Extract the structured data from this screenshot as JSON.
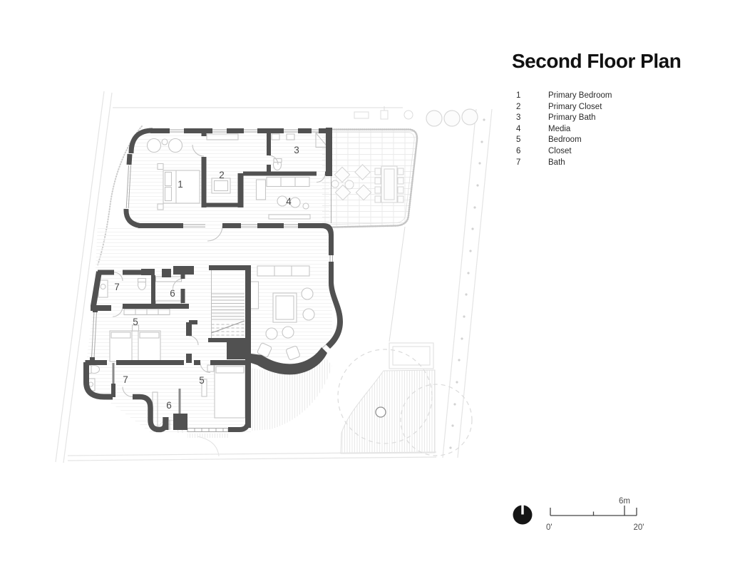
{
  "header": {
    "title": "Second Floor Plan"
  },
  "legend": {
    "items": [
      {
        "num": "1",
        "label": "Primary Bedroom"
      },
      {
        "num": "2",
        "label": "Primary Closet"
      },
      {
        "num": "3",
        "label": "Primary Bath"
      },
      {
        "num": "4",
        "label": "Media"
      },
      {
        "num": "5",
        "label": "Bedroom"
      },
      {
        "num": "6",
        "label": "Closet"
      },
      {
        "num": "7",
        "label": "Bath"
      }
    ]
  },
  "plan": {
    "room_labels": [
      "1",
      "2",
      "3",
      "4",
      "7",
      "6",
      "5",
      "7",
      "5",
      "6"
    ]
  },
  "scale_bar": {
    "start_label": "0'",
    "end_label": "20'",
    "metric_label": "6m"
  },
  "icons": {
    "north_arrow": "filled-circle-with-north-notch"
  },
  "colors": {
    "wall": "#515151",
    "text_primary": "#111111",
    "drawing_light": "#c6c6c6",
    "site_line": "#e4e4e4",
    "north_arrow_fill": "#151515"
  }
}
